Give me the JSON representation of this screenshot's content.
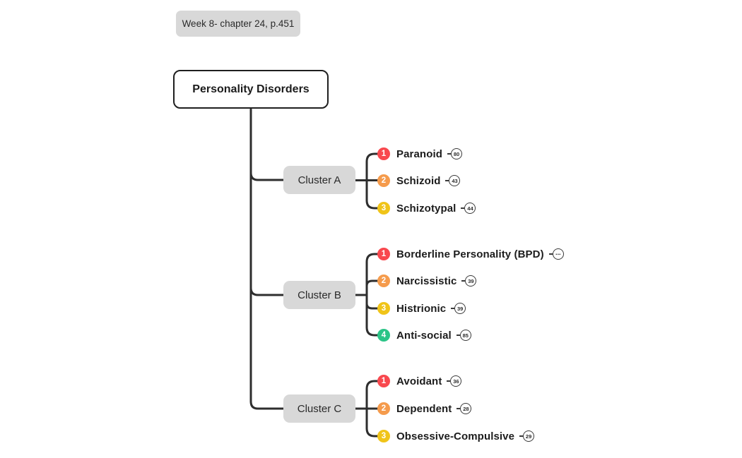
{
  "note": {
    "label": "Week 8- chapter 24, p.451"
  },
  "root": {
    "label": "Personality Disorders"
  },
  "clusters": [
    {
      "label": "Cluster A",
      "items": [
        {
          "num": "1",
          "label": "Paranoid",
          "count": "80"
        },
        {
          "num": "2",
          "label": "Schizoid",
          "count": "43"
        },
        {
          "num": "3",
          "label": "Schizotypal",
          "count": "44"
        }
      ]
    },
    {
      "label": "Cluster B",
      "items": [
        {
          "num": "1",
          "label": "Borderline Personality (BPD)",
          "count": "⋯"
        },
        {
          "num": "2",
          "label": "Narcissistic",
          "count": "39"
        },
        {
          "num": "3",
          "label": "Histrionic",
          "count": "39"
        },
        {
          "num": "4",
          "label": "Anti-social",
          "count": "85"
        }
      ]
    },
    {
      "label": "Cluster C",
      "items": [
        {
          "num": "1",
          "label": "Avoidant",
          "count": "36"
        },
        {
          "num": "2",
          "label": "Dependent",
          "count": "28"
        },
        {
          "num": "3",
          "label": "Obsessive-Compulsive",
          "count": "29"
        }
      ]
    }
  ],
  "colors": {
    "marker_1": "#f8484e",
    "marker_2": "#f59b4c",
    "marker_3": "#f0c419",
    "marker_4": "#2bc487",
    "connector_line": "#2e2e2e",
    "node_gray": "#d8d8d8"
  }
}
